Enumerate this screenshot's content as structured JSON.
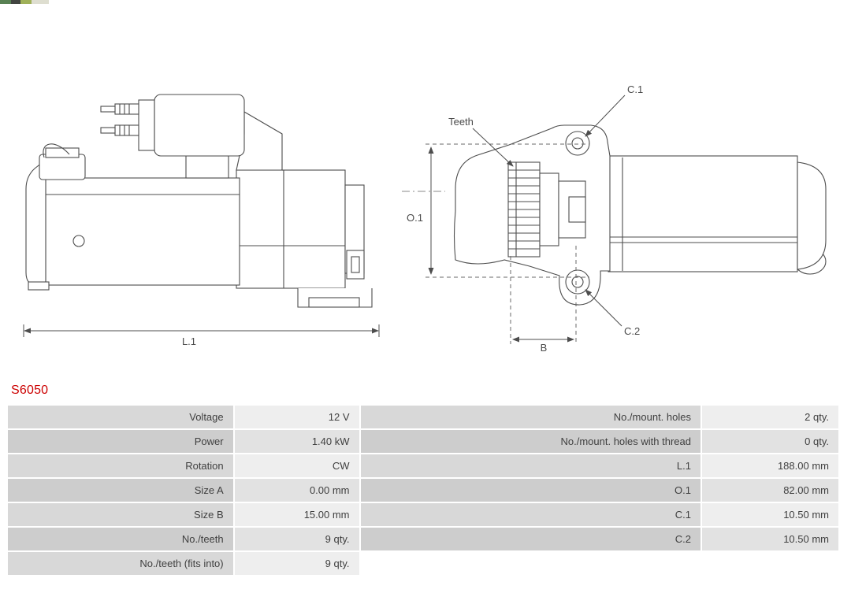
{
  "part_number": "S6050",
  "colors": {
    "part_number_text": "#cc0000",
    "table_label_bg": "#d8d8d8",
    "table_label_bg_alt": "#cdcdcd",
    "table_value_bg": "#eeeeee",
    "table_value_bg_alt": "#e2e2e2",
    "drawing_stroke": "#4d4d4d"
  },
  "diagram": {
    "labels": {
      "teeth": "Teeth",
      "c1": "C.1",
      "c2": "C.2",
      "o1": "O.1",
      "b": "B",
      "l1": "L.1"
    }
  },
  "table": {
    "rows": [
      {
        "label1": "Voltage",
        "value1": "12 V",
        "label2": "No./mount. holes",
        "value2": "2 qty."
      },
      {
        "label1": "Power",
        "value1": "1.40 kW",
        "label2": "No./mount. holes with thread",
        "value2": "0 qty."
      },
      {
        "label1": "Rotation",
        "value1": "CW",
        "label2": "L.1",
        "value2": "188.00 mm"
      },
      {
        "label1": "Size A",
        "value1": "0.00 mm",
        "label2": "O.1",
        "value2": "82.00 mm"
      },
      {
        "label1": "Size B",
        "value1": "15.00 mm",
        "label2": "C.1",
        "value2": "10.50 mm"
      },
      {
        "label1": "No./teeth",
        "value1": "9 qty.",
        "label2": "C.2",
        "value2": "10.50 mm"
      },
      {
        "label1": "No./teeth (fits into)",
        "value1": "9 qty.",
        "label2": "",
        "value2": ""
      }
    ]
  }
}
